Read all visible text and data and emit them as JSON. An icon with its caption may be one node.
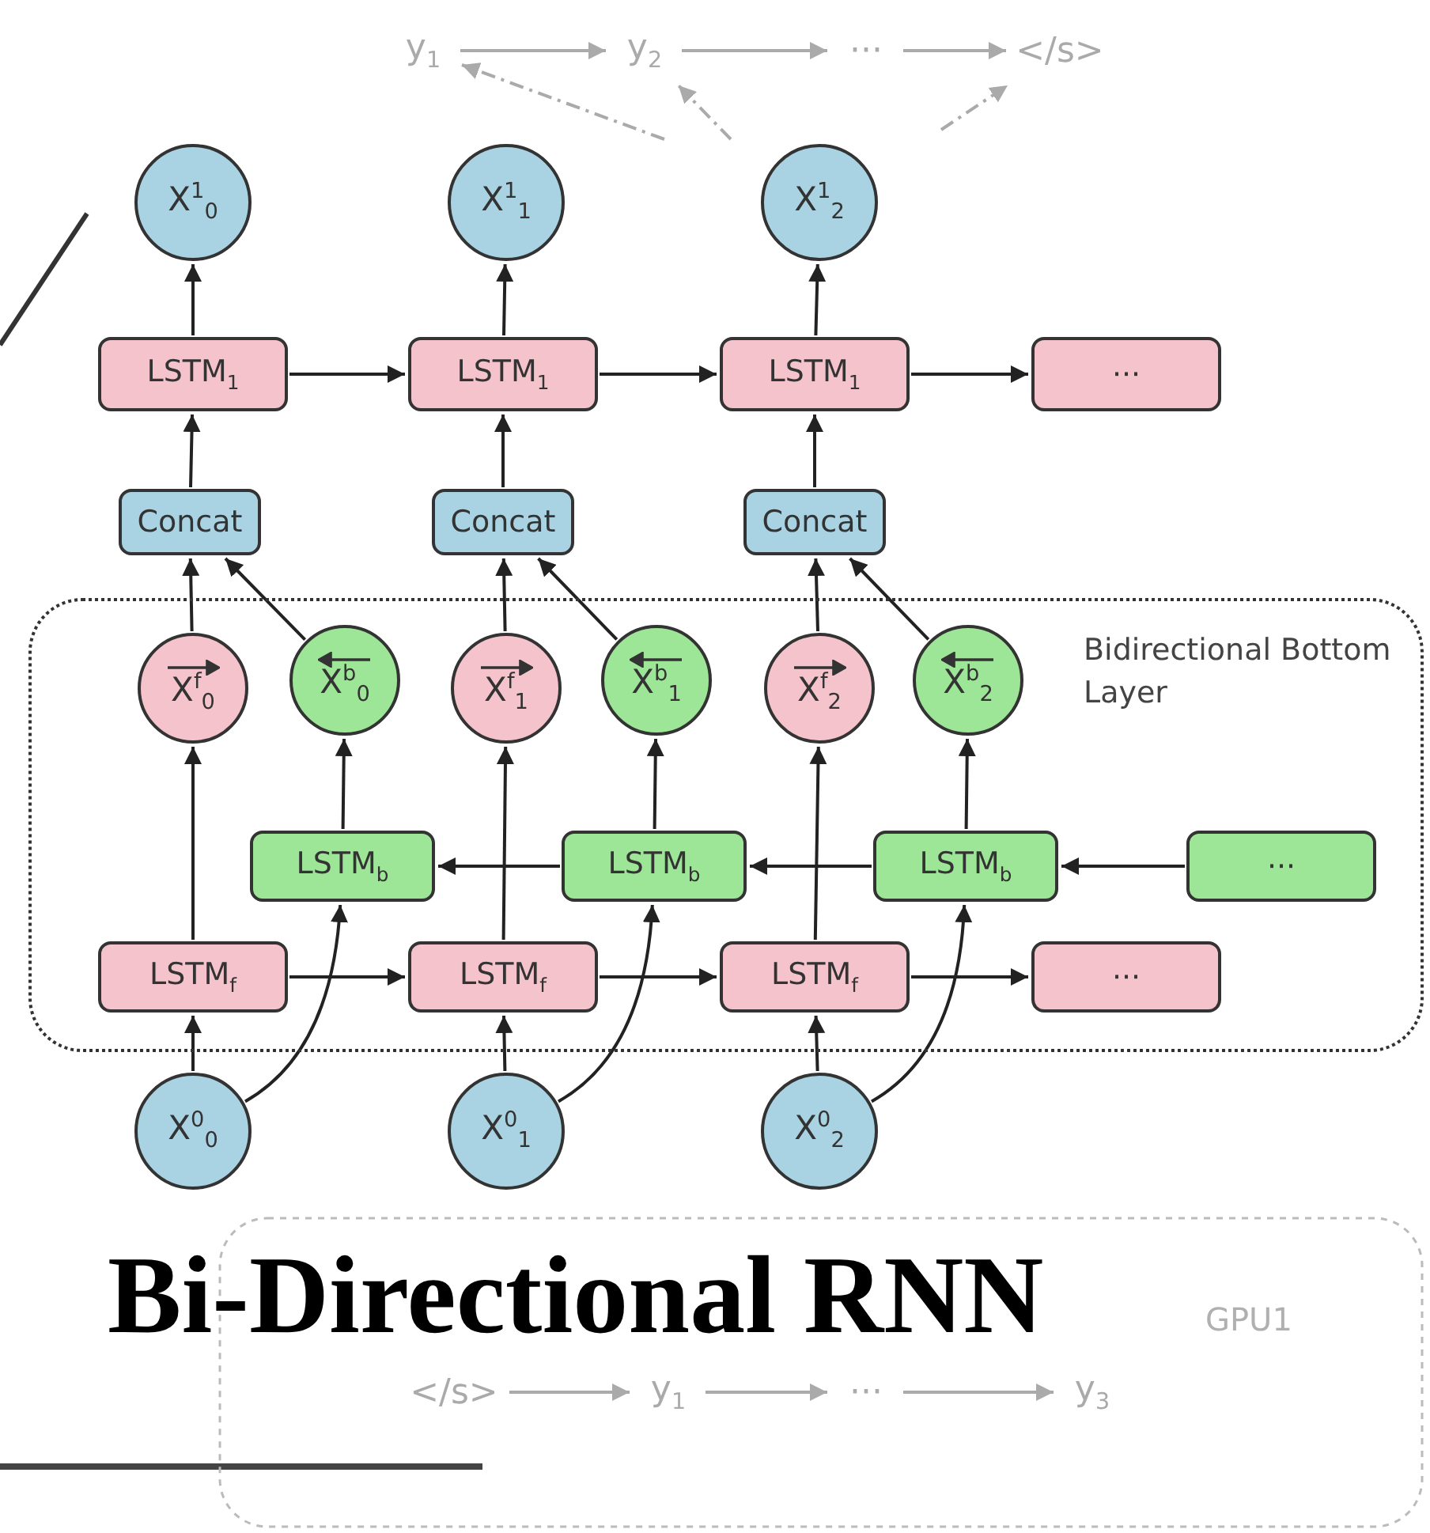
{
  "diagram": {
    "title": "Bi-Directional RNN",
    "nodes": [
      {
        "text": [
          "y$_{1}$"
        ]
      },
      {
        "text": [
          "y$_{2}$"
        ]
      },
      {
        "text": [
          "···"
        ]
      },
      {
        "text": [
          "</s>"
        ]
      },
      {
        "text": [
          "X$^{1}$$_{0}$"
        ]
      },
      {
        "text": [
          "X$^{1}$$_{1}$"
        ]
      },
      {
        "text": [
          "X$^{1}$$_{2}$"
        ]
      },
      {
        "text": [
          "LSTM$_{1}$"
        ]
      },
      {
        "text": [
          "LSTM$_{1}$"
        ]
      },
      {
        "text": [
          "LSTM$_{1}$"
        ]
      },
      {
        "text": [
          "···"
        ]
      },
      {
        "text": [
          "Concat"
        ]
      },
      {
        "text": [
          "Concat"
        ]
      },
      {
        "text": [
          "Concat"
        ]
      },
      {
        "text": [
          "Bidirectional Bottom Layer"
        ]
      },
      {
        "text": [
          "X$^{f}$$_{0}$"
        ],
        "in": 14
      },
      {
        "text": [
          "X$^{b}$$_{0}$"
        ],
        "in": 14
      },
      {
        "text": [
          "X$^{f}$$_{1}$"
        ],
        "in": 14
      },
      {
        "text": [
          "X$^{b}$$_{1}$"
        ],
        "in": 14
      },
      {
        "text": [
          "X$^{f}$$_{2}$"
        ],
        "in": 14
      },
      {
        "text": [
          "X$^{b}$$_{2}$"
        ],
        "in": 14
      },
      {
        "text": [
          "LSTM$_{b}$"
        ],
        "in": 14
      },
      {
        "text": [
          "LSTM$_{b}$"
        ],
        "in": 14
      },
      {
        "text": [
          "LSTM$_{b}$"
        ],
        "in": 14
      },
      {
        "text": [
          "···"
        ],
        "in": 14
      },
      {
        "text": [
          "LSTM$_{f}$"
        ],
        "in": 14
      },
      {
        "text": [
          "LSTM$_{f}$"
        ],
        "in": 14
      },
      {
        "text": [
          "LSTM$_{f}$"
        ],
        "in": 14
      },
      {
        "text": [
          "···"
        ],
        "in": 14
      },
      {
        "text": [
          "X$^{0}$$_{0}$"
        ]
      },
      {
        "text": [
          "X$^{0}$$_{1}$"
        ]
      },
      {
        "text": [
          "X$^{0}$$_{2}$"
        ]
      },
      {
        "text": [
          "</s>"
        ]
      },
      {
        "text": [
          "y$_{1}$"
        ]
      },
      {
        "text": [
          "···"
        ]
      },
      {
        "text": [
          "y$_{3}$"
        ]
      }
    ],
    "edges": [
      {
        "from": 0,
        "to": 1,
        "arrow": "to",
        "color": "#aaaaaa"
      },
      {
        "from": 1,
        "to": 2,
        "arrow": "to",
        "color": "#aaaaaa"
      },
      {
        "from": 2,
        "to": 3,
        "arrow": "to",
        "color": "#aaaaaa"
      },
      {
        "from": null,
        "to": 0,
        "arrow": "to",
        "style": "dashed",
        "color": "#aaaaaa"
      },
      {
        "from": null,
        "to": 1,
        "arrow": "to",
        "style": "dashed",
        "color": "#aaaaaa"
      },
      {
        "from": null,
        "to": 3,
        "arrow": "to",
        "style": "dashed",
        "color": "#aaaaaa"
      },
      {
        "from": 7,
        "to": 4,
        "arrow": "to"
      },
      {
        "from": 8,
        "to": 5,
        "arrow": "to"
      },
      {
        "from": 9,
        "to": 6,
        "arrow": "to"
      },
      {
        "from": 7,
        "to": 8,
        "arrow": "to"
      },
      {
        "from": 8,
        "to": 9,
        "arrow": "to"
      },
      {
        "from": 9,
        "to": 10,
        "arrow": "to"
      },
      {
        "from": 11,
        "to": 7,
        "arrow": "to"
      },
      {
        "from": 12,
        "to": 8,
        "arrow": "to"
      },
      {
        "from": 13,
        "to": 9,
        "arrow": "to"
      },
      {
        "from": 15,
        "to": 11,
        "arrow": "to"
      },
      {
        "from": 16,
        "to": 11,
        "arrow": "to"
      },
      {
        "from": 17,
        "to": 12,
        "arrow": "to"
      },
      {
        "from": 18,
        "to": 12,
        "arrow": "to"
      },
      {
        "from": 19,
        "to": 13,
        "arrow": "to"
      },
      {
        "from": 20,
        "to": 13,
        "arrow": "to"
      },
      {
        "from": 25,
        "to": 15,
        "arrow": "to"
      },
      {
        "from": 21,
        "to": 16,
        "arrow": "to"
      },
      {
        "from": 26,
        "to": 17,
        "arrow": "to"
      },
      {
        "from": 22,
        "to": 18,
        "arrow": "to"
      },
      {
        "from": 27,
        "to": 19,
        "arrow": "to"
      },
      {
        "from": 23,
        "to": 20,
        "arrow": "to"
      },
      {
        "from": 24,
        "to": 23,
        "arrow": "to"
      },
      {
        "from": 23,
        "to": 22,
        "arrow": "to"
      },
      {
        "from": 22,
        "to": 21,
        "arrow": "to"
      },
      {
        "from": 25,
        "to": 26,
        "arrow": "to"
      },
      {
        "from": 26,
        "to": 27,
        "arrow": "to"
      },
      {
        "from": 27,
        "to": 28,
        "arrow": "to"
      },
      {
        "from": 29,
        "to": 25,
        "arrow": "to"
      },
      {
        "from": 29,
        "to": 21,
        "arrow": "to"
      },
      {
        "from": 30,
        "to": 26,
        "arrow": "to"
      },
      {
        "from": 30,
        "to": 22,
        "arrow": "to"
      },
      {
        "from": 31,
        "to": 27,
        "arrow": "to"
      },
      {
        "from": 31,
        "to": 23,
        "arrow": "to"
      },
      {
        "from": 32,
        "to": 33,
        "arrow": "to",
        "color": "#aaaaaa"
      },
      {
        "from": 33,
        "to": 34,
        "arrow": "to",
        "color": "#aaaaaa"
      },
      {
        "from": 34,
        "to": 35,
        "arrow": "to",
        "color": "#aaaaaa"
      }
    ],
    "labels": [
      "GPU1"
    ]
  }
}
